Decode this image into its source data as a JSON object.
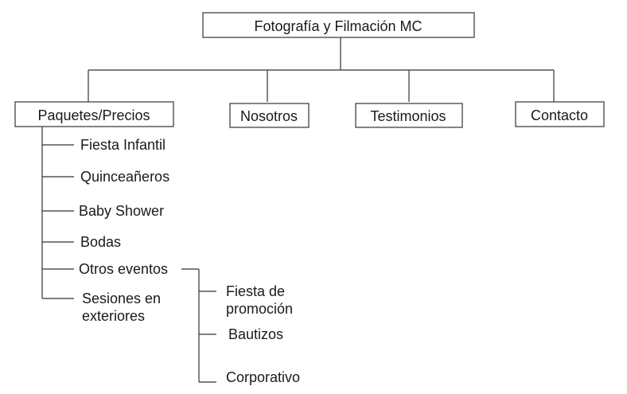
{
  "diagram": {
    "root": {
      "label": "Fotografía y Filmación MC"
    },
    "sections": [
      {
        "label": "Paquetes/Precios"
      },
      {
        "label": "Nosotros"
      },
      {
        "label": "Testimonios"
      },
      {
        "label": "Contacto"
      }
    ],
    "paquetes_items": [
      {
        "label": "Fiesta Infantil"
      },
      {
        "label": "Quinceañeros"
      },
      {
        "label": "Baby Shower"
      },
      {
        "label": "Bodas"
      },
      {
        "label": "Otros eventos"
      },
      {
        "label_line1": "Sesiones en",
        "label_line2": "exteriores"
      }
    ],
    "otros_eventos_items": [
      {
        "label_line1": "Fiesta de",
        "label_line2": "promoción"
      },
      {
        "label": "Bautizos"
      },
      {
        "label": "Corporativo"
      }
    ]
  }
}
